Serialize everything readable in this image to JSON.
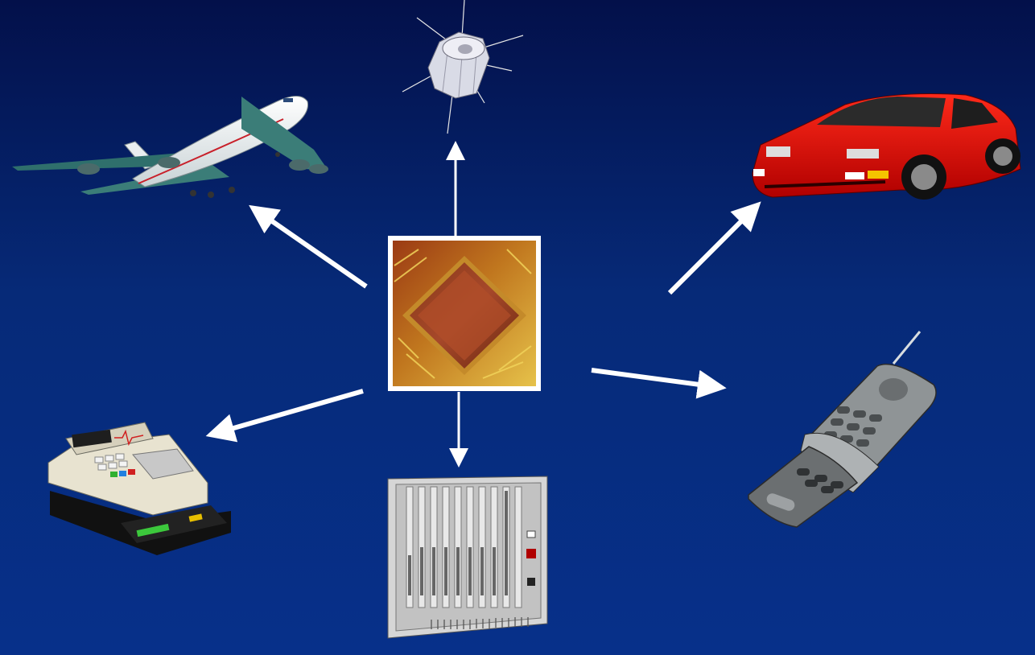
{
  "diagram": {
    "center": {
      "icon": "microprocessor-chip-icon"
    },
    "devices": [
      {
        "id": "airplane",
        "icon": "airplane-icon"
      },
      {
        "id": "satellite",
        "icon": "satellite-icon"
      },
      {
        "id": "car",
        "icon": "sports-car-icon"
      },
      {
        "id": "cell-phone",
        "icon": "cell-phone-icon"
      },
      {
        "id": "telecom-rack",
        "icon": "telecom-rack-icon"
      },
      {
        "id": "cash-register",
        "icon": "cash-register-icon"
      }
    ]
  },
  "colors": {
    "background_top": "#03104a",
    "background_bottom": "#07308a",
    "arrow": "#ffffff",
    "car_body": "#e00000"
  }
}
